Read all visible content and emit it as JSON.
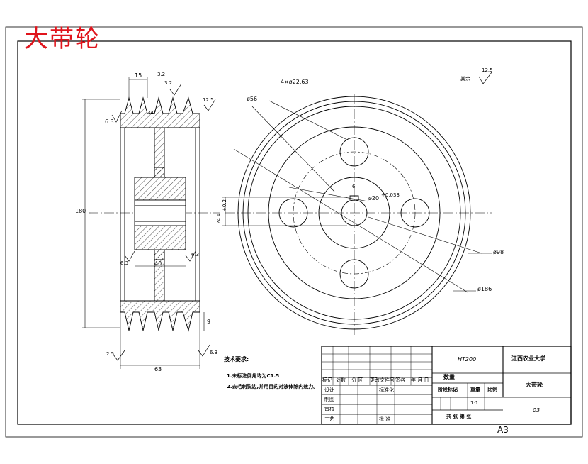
{
  "title_red": "大带轮",
  "sheet_size": "A3",
  "roughness_note": {
    "label": "其余",
    "value": "12.5"
  },
  "dims_side": {
    "groove_pitch": "15",
    "angle": "34°",
    "ra_top_left": "3.2",
    "ra_top_mid": "3.2",
    "ra_top_right": "12.5",
    "ra_left": "6.3",
    "overall_dia": "180",
    "hub_len": "40",
    "ra_hub_left": "6.3",
    "ra_hub_right": "6.3",
    "rim_width": "63",
    "rim_edge": "9",
    "ra_bottom_left": "2.5",
    "ra_bottom_right": "6.3"
  },
  "dims_front": {
    "holes": "4×ø22.63",
    "d56": "ø56",
    "keyway_w": "6",
    "bore": "ø20",
    "bore_tol": "+0.033",
    "d98": "ø98",
    "d186": "ø186",
    "key_depth": "24.4",
    "key_depth_tol": "+0.2"
  },
  "tech_req": {
    "heading": "技术要求:",
    "items": [
      "1.未标注倒角均为C1.5",
      "2.去毛刺锐边,并用目的对液体除内效力。"
    ]
  },
  "title_block": {
    "material": "HT200",
    "school": "江西农业大学",
    "part_name": "大带轮",
    "drawing_no": "03",
    "scale": "1:1",
    "cols": [
      "标记",
      "处数",
      "分 区",
      "更改文件号",
      "签名",
      "年 月 日"
    ],
    "row_design": "设计",
    "row_std": "标准化",
    "row_qty": "数量",
    "row_stage": "阶段标记",
    "row_weight": "重量",
    "row_scale": "比例",
    "row_draw": "制图",
    "row_check": "审核",
    "row_process": "工艺",
    "row_approve": "批 准",
    "sheets": "共  张  第  张"
  }
}
